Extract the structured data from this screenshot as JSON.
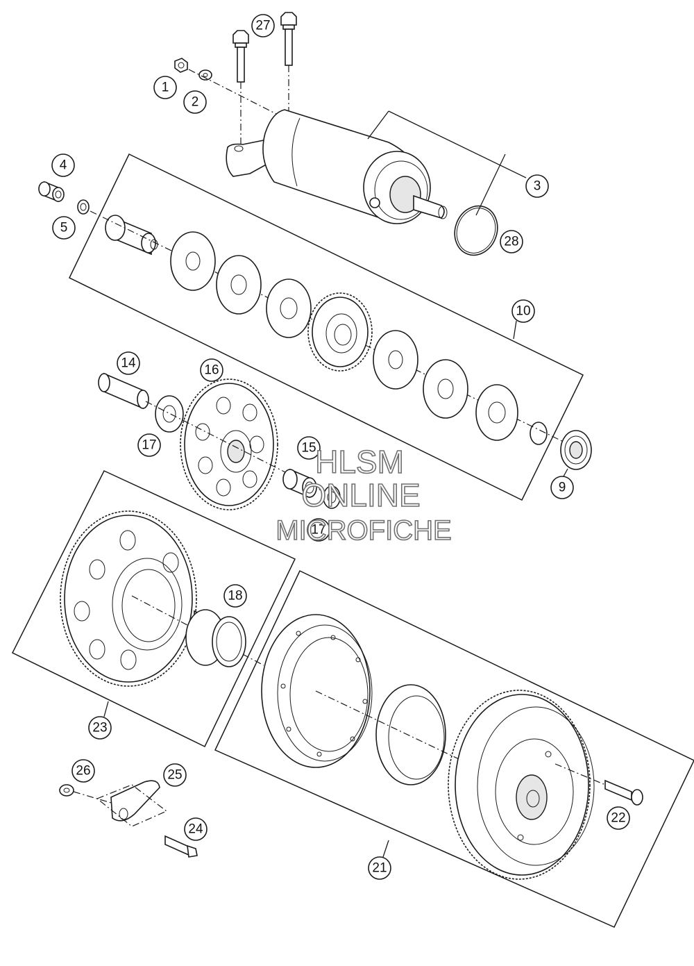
{
  "watermark": {
    "line1": "HLSM",
    "line2": "ONLINE",
    "line3": "MICROFICHE"
  },
  "callouts": [
    "1",
    "2",
    "3",
    "4",
    "5",
    "9",
    "10",
    "14",
    "15",
    "16",
    "17",
    "17",
    "18",
    "21",
    "22",
    "23",
    "24",
    "25",
    "26",
    "27",
    "28"
  ]
}
